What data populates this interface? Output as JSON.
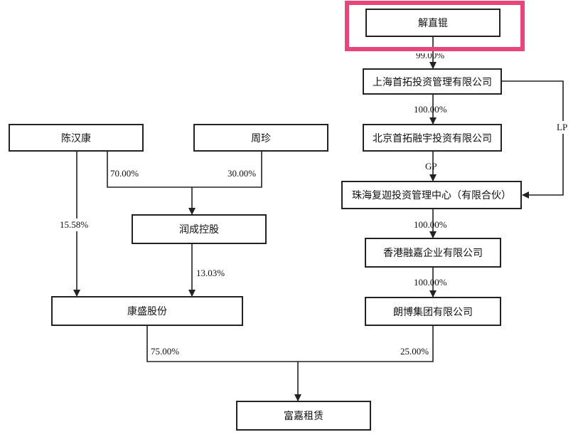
{
  "boxes": {
    "xie_zhikun": "解直锟",
    "shanghai_shoutuo": "上海首拓投资管理有限公司",
    "beijing_shoutuo": "北京首拓融宇投资有限公司",
    "zhuhai_fujia": "珠海复迦投资管理中心（有限合伙）",
    "hk_rongjia": "香港融嘉企业有限公司",
    "langbo": "朗博集团有限公司",
    "chen_hankang": "陈汉康",
    "zhou_zhen": "周珍",
    "runcheng": "润成控股",
    "kangsheng": "康盛股份",
    "fujia_leasing": "富嘉租赁"
  },
  "edge_labels": {
    "xie_to_shanghai": "99.00%",
    "shanghai_to_beijing": "100.00%",
    "shanghai_to_zhuhai_lp": "LP",
    "beijing_to_zhuhai_gp": "GP",
    "zhuhai_to_hk": "100.00%",
    "hk_to_langbo": "100.00%",
    "chen_to_runcheng": "70.00%",
    "zhou_to_runcheng": "30.00%",
    "chen_to_kangsheng": "15.58%",
    "runcheng_to_kangsheng": "13.03%",
    "kangsheng_to_fujia": "75.00%",
    "langbo_to_fujia": "25.00%"
  },
  "colors": {
    "highlight": "#e8457a",
    "line": "#222222"
  }
}
